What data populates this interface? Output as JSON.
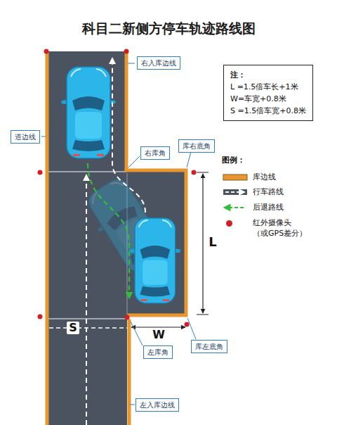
{
  "diagram": {
    "title": "科目二新侧方停车轨迹路线图",
    "nodes": [
      {
        "text": [
          "注：",
          "L =1.5倍车长+1米",
          "W=车宽+0.8米",
          "S =1.5倍车宽+0.8米"
        ]
      },
      {
        "text": [
          "右入库边线"
        ]
      },
      {
        "text": [
          "道边线"
        ]
      },
      {
        "text": [
          "右库角"
        ]
      },
      {
        "text": [
          "库右底角"
        ]
      },
      {
        "text": [
          "左库角"
        ]
      },
      {
        "text": [
          "库左底角"
        ]
      },
      {
        "text": [
          "左入库边线"
        ]
      }
    ],
    "labels": [
      "图例：",
      "L",
      "S",
      "W"
    ],
    "legend": [
      {
        "text": "库边线"
      },
      {
        "text": "行车路线"
      },
      {
        "text": "后退路线"
      },
      {
        "text": "红外摄像头 （或GPS差分）",
        "color": "#d21f26"
      }
    ]
  }
}
